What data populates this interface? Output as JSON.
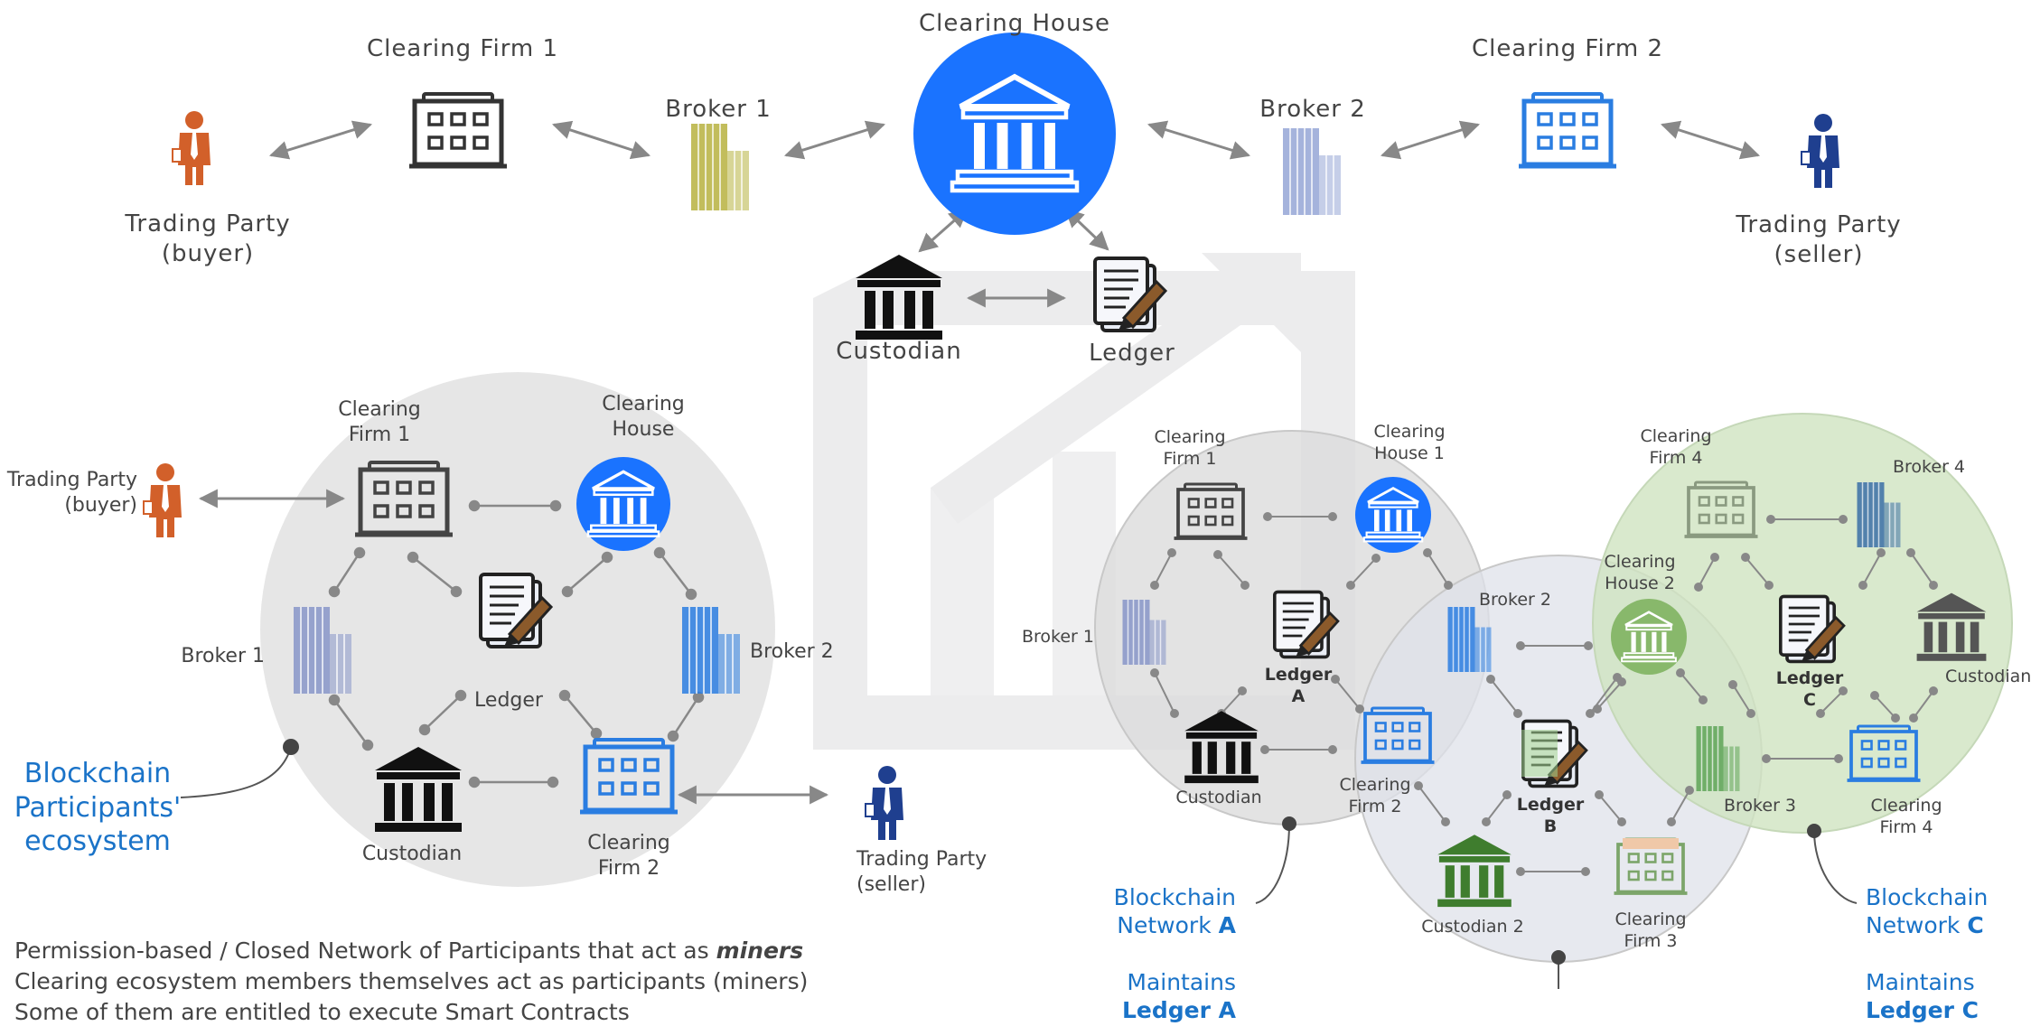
{
  "top_flow": {
    "trading_party_buyer": [
      "Trading Party",
      "(buyer)"
    ],
    "clearing_firm_1": "Clearing Firm 1",
    "broker_1": "Broker 1",
    "clearing_house": "Clearing House",
    "broker_2": "Broker 2",
    "clearing_firm_2": "Clearing Firm 2",
    "trading_party_seller": [
      "Trading Party",
      "(seller)"
    ],
    "custodian": "Custodian",
    "ledger": "Ledger"
  },
  "ecosystem": {
    "clearing_firm_1": [
      "Clearing",
      "Firm 1"
    ],
    "clearing_house": [
      "Clearing",
      "House"
    ],
    "trading_party_buyer": [
      "Trading Party",
      "(buyer)"
    ],
    "broker_1": "Broker 1",
    "ledger": "Ledger",
    "broker_2": "Broker 2",
    "custodian": "Custodian",
    "clearing_firm_2": [
      "Clearing",
      "Firm 2"
    ],
    "trading_party_seller": [
      "Trading Party",
      "(seller)"
    ],
    "caption": [
      "Blockchain",
      "Participants'",
      "ecosystem"
    ]
  },
  "networks": {
    "a": {
      "clearing_firm_1": [
        "Clearing",
        "Firm 1"
      ],
      "clearing_house_1": [
        "Clearing",
        "House 1"
      ],
      "broker_1": "Broker 1",
      "ledger": [
        "Ledger",
        "A"
      ],
      "custodian": "Custodian",
      "clearing_firm_2": [
        "Clearing",
        "Firm 2"
      ],
      "caption": [
        "Blockchain",
        "Network ",
        "A"
      ],
      "maintains": [
        "Maintains",
        "Ledger A"
      ]
    },
    "b": {
      "broker_2": "Broker 2",
      "ledger": [
        "Ledger",
        "B"
      ],
      "custodian_2": "Custodian 2",
      "clearing_firm_3": [
        "Clearing",
        "Firm 3"
      ]
    },
    "c": {
      "clearing_firm_4_top": [
        "Clearing",
        "Firm 4"
      ],
      "broker_4": "Broker 4",
      "clearing_house_2": [
        "Clearing",
        "House 2"
      ],
      "ledger": [
        "Ledger",
        "C"
      ],
      "custodian": "Custodian",
      "broker_3": "Broker 3",
      "clearing_firm_4": [
        "Clearing",
        "Firm 4"
      ],
      "caption": [
        "Blockchain",
        "Network ",
        "C"
      ],
      "maintains": [
        "Maintains",
        "Ledger C"
      ]
    }
  },
  "footer": {
    "line1_prefix": "Permission-based / Closed Network of Participants that act as ",
    "line1_emphasis": "miners",
    "line2": "Clearing ecosystem members themselves act as participants (miners)",
    "line3": "Some of them are entitled to execute Smart Contracts"
  },
  "colors": {
    "blue_accent": "#1a73ff",
    "text_blue": "#1a73c8",
    "buyer_orange": "#d2602a",
    "seller_navy": "#1f3f8f",
    "broker1_olive": "#b7b23f",
    "network_c_green": "#cfe3c0",
    "ledger_b_green": "#5ea557"
  }
}
